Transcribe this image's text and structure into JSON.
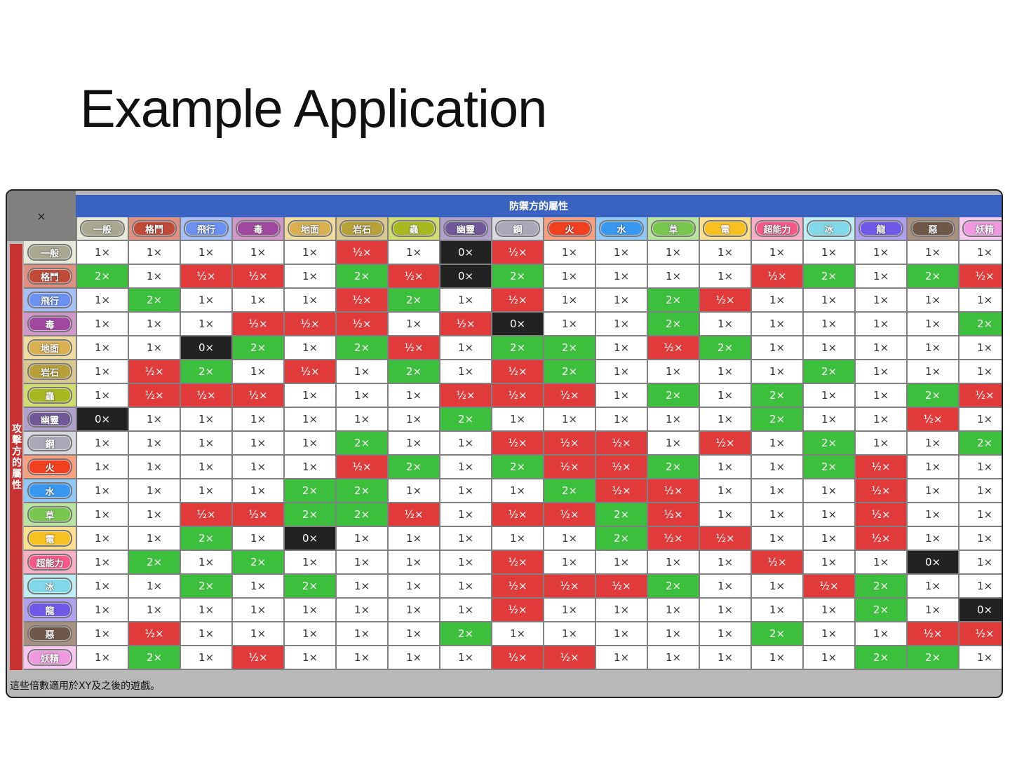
{
  "slide": {
    "title": "Example Application"
  },
  "chart": {
    "corner": "×",
    "defender_title": "防禦方的屬性",
    "attacker_title": "攻擊方的屬性",
    "footer": "這些倍數適用於XY及之後的遊戲。",
    "types": [
      {
        "label": "一般",
        "color": "#a8a890",
        "bg": "#e8e8d8"
      },
      {
        "label": "格鬥",
        "color": "#c04a38",
        "bg": "#e09080"
      },
      {
        "label": "飛行",
        "color": "#6a90f0",
        "bg": "#a8c0f8"
      },
      {
        "label": "毒",
        "color": "#a048a0",
        "bg": "#d098c8"
      },
      {
        "label": "地面",
        "color": "#d8b050",
        "bg": "#f0dca0"
      },
      {
        "label": "岩石",
        "color": "#b8a038",
        "bg": "#d8c890"
      },
      {
        "label": "蟲",
        "color": "#a8b820",
        "bg": "#d0dc70"
      },
      {
        "label": "幽靈",
        "color": "#705898",
        "bg": "#b0a0cc"
      },
      {
        "label": "鋼",
        "color": "#a8a8b8",
        "bg": "#d8d8e0"
      },
      {
        "label": "火",
        "color": "#f04020",
        "bg": "#f8a080"
      },
      {
        "label": "水",
        "color": "#3898f0",
        "bg": "#90c8f8"
      },
      {
        "label": "草",
        "color": "#78c850",
        "bg": "#b8e4a0"
      },
      {
        "label": "電",
        "color": "#f8c020",
        "bg": "#fce090"
      },
      {
        "label": "超能力",
        "color": "#f85888",
        "bg": "#f8b0c8"
      },
      {
        "label": "冰",
        "color": "#80d8e8",
        "bg": "#c0ecf4"
      },
      {
        "label": "龍",
        "color": "#7058e8",
        "bg": "#b0a0f0"
      },
      {
        "label": "惡",
        "color": "#705848",
        "bg": "#a89080"
      },
      {
        "label": "妖精",
        "color": "#f098e0",
        "bg": "#f8c8f0"
      }
    ],
    "colors": {
      "super": "#3cbf3c",
      "weak": "#e03a3a",
      "immune": "#222222",
      "neutral": "#ffffff",
      "header": "#3a62c0"
    },
    "matrix": [
      [
        "1×",
        "1×",
        "1×",
        "1×",
        "1×",
        "½×",
        "1×",
        "0×",
        "½×",
        "1×",
        "1×",
        "1×",
        "1×",
        "1×",
        "1×",
        "1×",
        "1×",
        "1×"
      ],
      [
        "2×",
        "1×",
        "½×",
        "½×",
        "1×",
        "2×",
        "½×",
        "0×",
        "2×",
        "1×",
        "1×",
        "1×",
        "1×",
        "½×",
        "2×",
        "1×",
        "2×",
        "½×"
      ],
      [
        "1×",
        "2×",
        "1×",
        "1×",
        "1×",
        "½×",
        "2×",
        "1×",
        "½×",
        "1×",
        "1×",
        "2×",
        "½×",
        "1×",
        "1×",
        "1×",
        "1×",
        "1×"
      ],
      [
        "1×",
        "1×",
        "1×",
        "½×",
        "½×",
        "½×",
        "1×",
        "½×",
        "0×",
        "1×",
        "1×",
        "2×",
        "1×",
        "1×",
        "1×",
        "1×",
        "1×",
        "2×"
      ],
      [
        "1×",
        "1×",
        "0×",
        "2×",
        "1×",
        "2×",
        "½×",
        "1×",
        "2×",
        "2×",
        "1×",
        "½×",
        "2×",
        "1×",
        "1×",
        "1×",
        "1×",
        "1×"
      ],
      [
        "1×",
        "½×",
        "2×",
        "1×",
        "½×",
        "1×",
        "2×",
        "1×",
        "½×",
        "2×",
        "1×",
        "1×",
        "1×",
        "1×",
        "2×",
        "1×",
        "1×",
        "1×"
      ],
      [
        "1×",
        "½×",
        "½×",
        "½×",
        "1×",
        "1×",
        "1×",
        "½×",
        "½×",
        "½×",
        "1×",
        "2×",
        "1×",
        "2×",
        "1×",
        "1×",
        "2×",
        "½×"
      ],
      [
        "0×",
        "1×",
        "1×",
        "1×",
        "1×",
        "1×",
        "1×",
        "2×",
        "1×",
        "1×",
        "1×",
        "1×",
        "1×",
        "2×",
        "1×",
        "1×",
        "½×",
        "1×"
      ],
      [
        "1×",
        "1×",
        "1×",
        "1×",
        "1×",
        "2×",
        "1×",
        "1×",
        "½×",
        "½×",
        "½×",
        "1×",
        "½×",
        "1×",
        "2×",
        "1×",
        "1×",
        "2×"
      ],
      [
        "1×",
        "1×",
        "1×",
        "1×",
        "1×",
        "½×",
        "2×",
        "1×",
        "2×",
        "½×",
        "½×",
        "2×",
        "1×",
        "1×",
        "2×",
        "½×",
        "1×",
        "1×"
      ],
      [
        "1×",
        "1×",
        "1×",
        "1×",
        "2×",
        "2×",
        "1×",
        "1×",
        "1×",
        "2×",
        "½×",
        "½×",
        "1×",
        "1×",
        "1×",
        "½×",
        "1×",
        "1×"
      ],
      [
        "1×",
        "1×",
        "½×",
        "½×",
        "2×",
        "2×",
        "½×",
        "1×",
        "½×",
        "½×",
        "2×",
        "½×",
        "1×",
        "1×",
        "1×",
        "½×",
        "1×",
        "1×"
      ],
      [
        "1×",
        "1×",
        "2×",
        "1×",
        "0×",
        "1×",
        "1×",
        "1×",
        "1×",
        "1×",
        "2×",
        "½×",
        "½×",
        "1×",
        "1×",
        "½×",
        "1×",
        "1×"
      ],
      [
        "1×",
        "2×",
        "1×",
        "2×",
        "1×",
        "1×",
        "1×",
        "1×",
        "½×",
        "1×",
        "1×",
        "1×",
        "1×",
        "½×",
        "1×",
        "1×",
        "0×",
        "1×"
      ],
      [
        "1×",
        "1×",
        "2×",
        "1×",
        "2×",
        "1×",
        "1×",
        "1×",
        "½×",
        "½×",
        "½×",
        "2×",
        "1×",
        "1×",
        "½×",
        "2×",
        "1×",
        "1×"
      ],
      [
        "1×",
        "1×",
        "1×",
        "1×",
        "1×",
        "1×",
        "1×",
        "1×",
        "½×",
        "1×",
        "1×",
        "1×",
        "1×",
        "1×",
        "1×",
        "2×",
        "1×",
        "0×"
      ],
      [
        "1×",
        "½×",
        "1×",
        "1×",
        "1×",
        "1×",
        "1×",
        "2×",
        "1×",
        "1×",
        "1×",
        "1×",
        "1×",
        "2×",
        "1×",
        "1×",
        "½×",
        "½×"
      ],
      [
        "1×",
        "2×",
        "1×",
        "½×",
        "1×",
        "1×",
        "1×",
        "1×",
        "½×",
        "½×",
        "1×",
        "1×",
        "1×",
        "1×",
        "1×",
        "2×",
        "2×",
        "1×"
      ]
    ]
  }
}
